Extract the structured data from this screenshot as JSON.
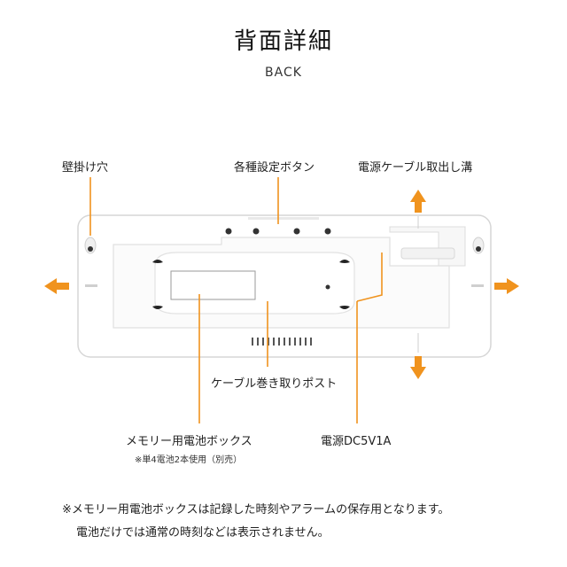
{
  "header": {
    "title": "背面詳細",
    "subtitle": "BACK"
  },
  "callouts": {
    "wall_hole": "壁掛け穴",
    "settings_buttons": "各種設定ボタン",
    "cable_outlet_groove": "電源ケーブル取出し溝",
    "cable_winding_post": "ケーブル巻き取りポスト",
    "memory_battery_box": "メモリー用電池ボックス",
    "battery_note": "※単4電池2本使用（別売）",
    "power_input": "電源DC5V1A"
  },
  "footnotes": {
    "line1": "※メモリー用電池ボックスは記録した時刻やアラームの保存用となります。",
    "line2": "電池だけでは通常の時刻などは表示されません。"
  },
  "colors": {
    "accent_orange": "#f0931e",
    "device_body": "#ffffff",
    "device_outline": "#d9d9d9",
    "device_shadow": "#e6e6e6"
  },
  "icons": {
    "direction_arrows": "arrow-icon"
  }
}
